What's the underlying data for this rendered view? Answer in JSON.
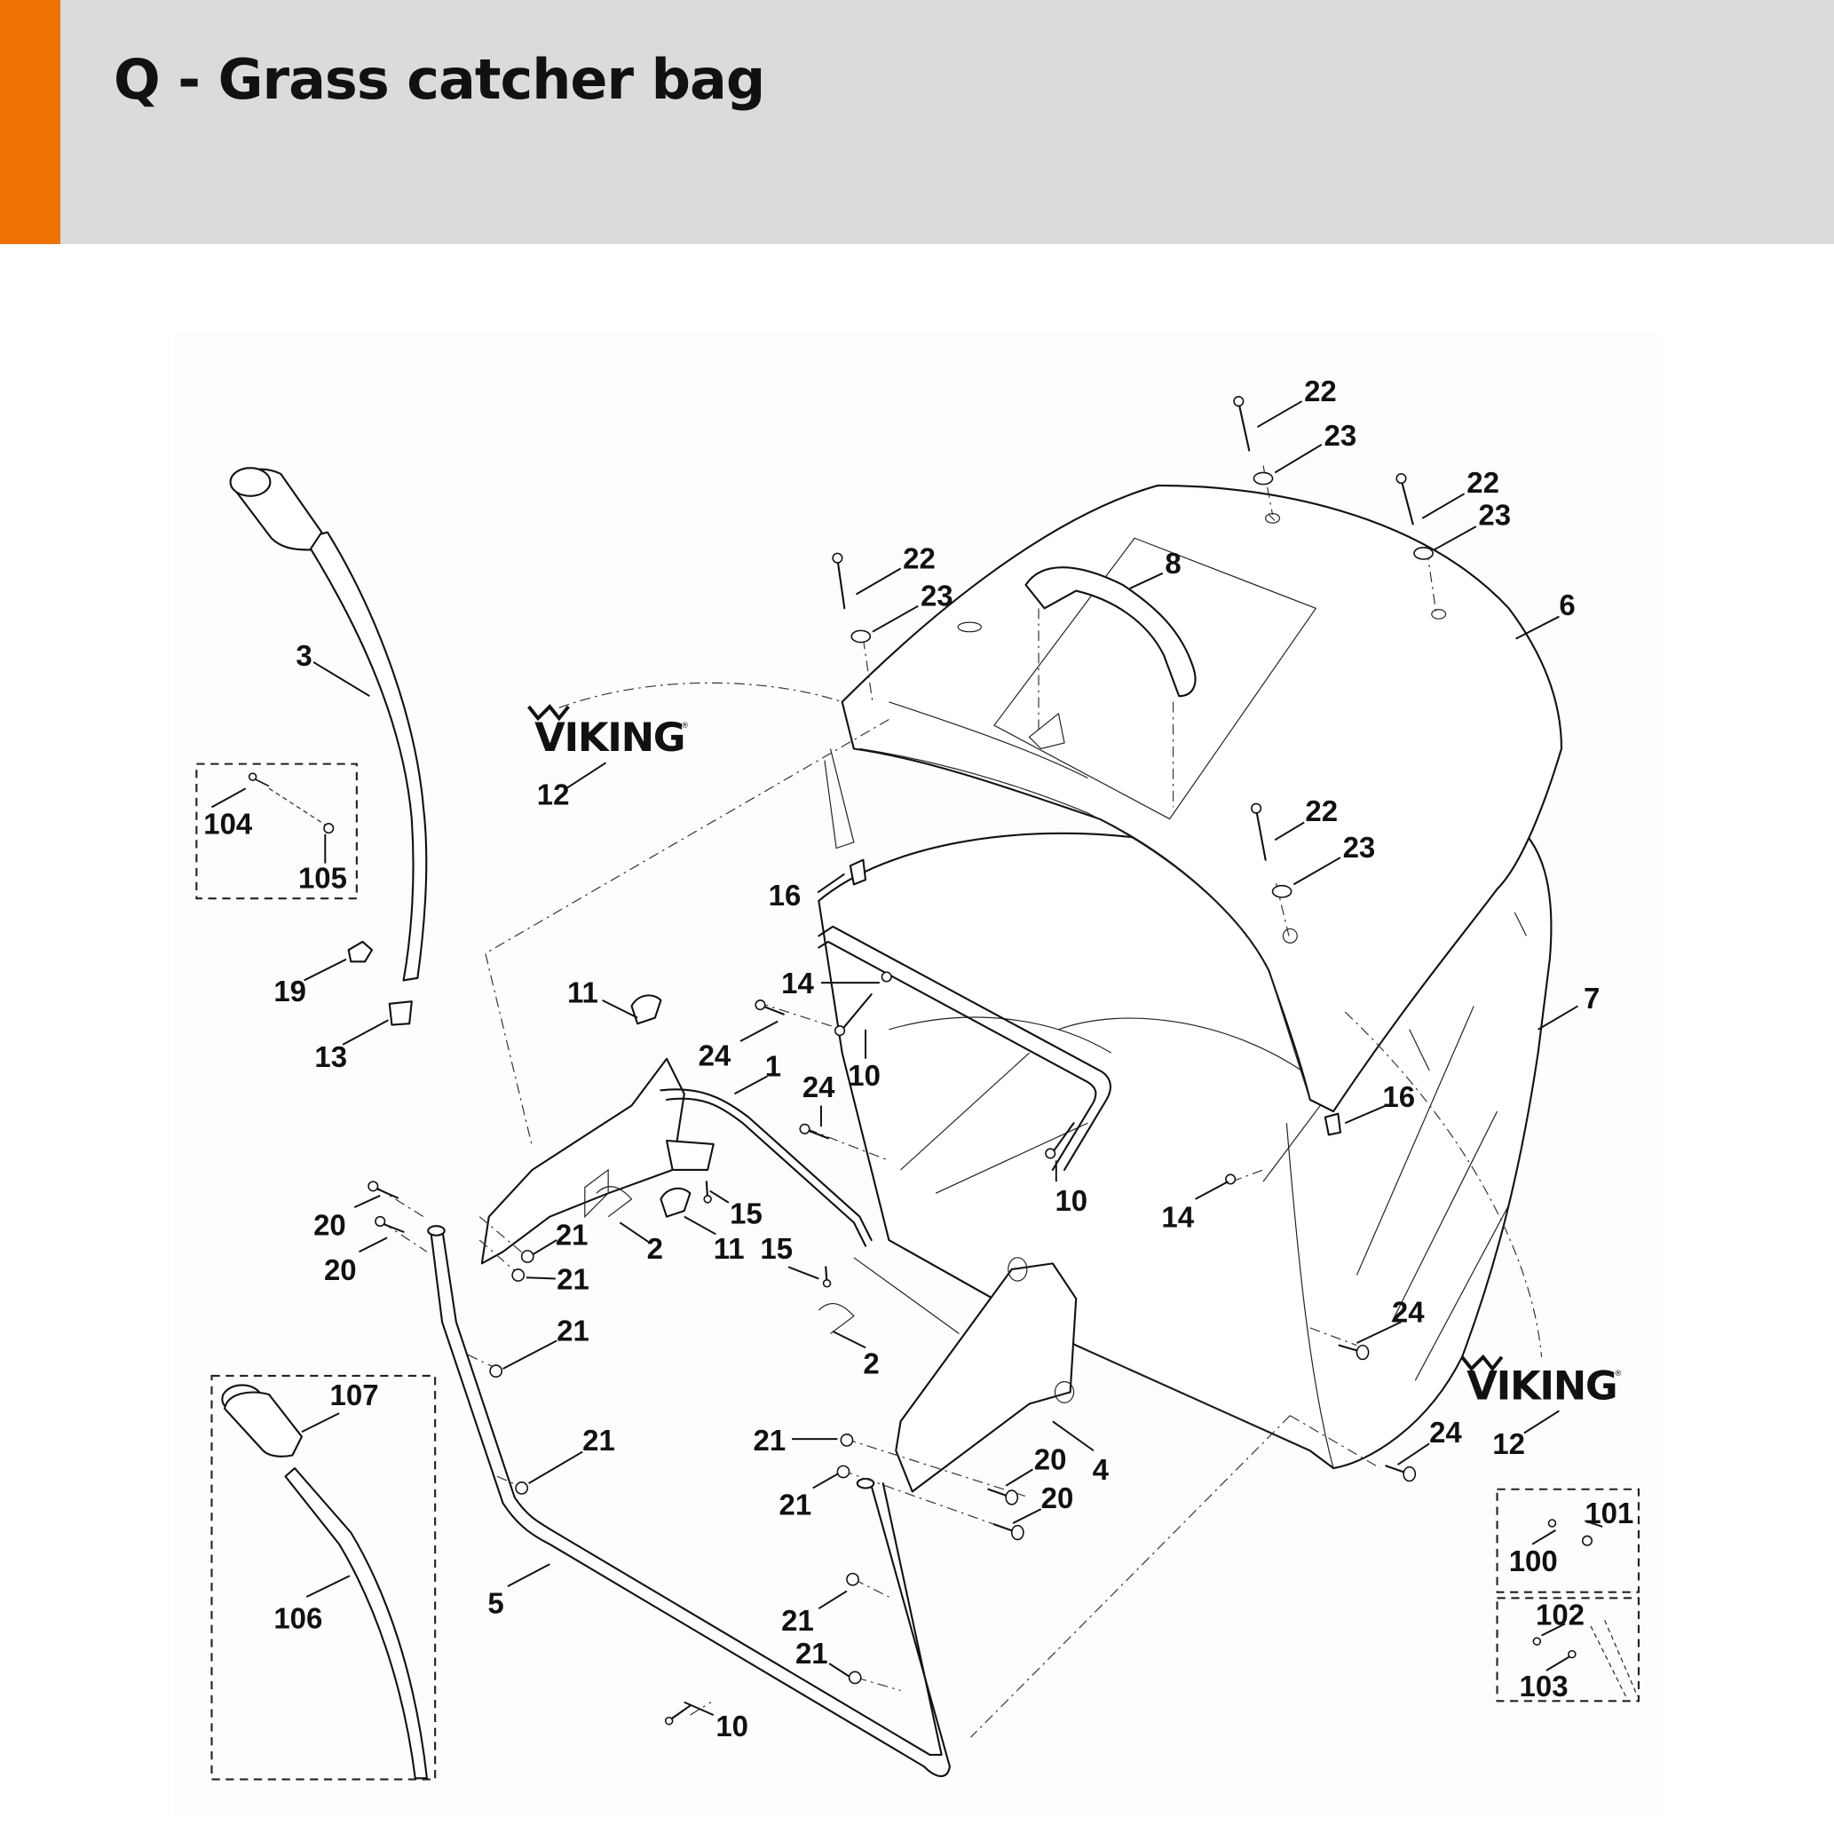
{
  "header": {
    "title": "Q - Grass catcher bag",
    "accent_color": "#ef7205",
    "band_color": "#dadbda"
  },
  "diagram": {
    "brand_logo": "VIKING",
    "brand_logo_mark": "®",
    "callouts": {
      "c1": "1",
      "c2a": "2",
      "c2b": "2",
      "c3": "3",
      "c4": "4",
      "c5": "5",
      "c6": "6",
      "c7": "7",
      "c8": "8",
      "c10a": "10",
      "c10b": "10",
      "c10c": "10",
      "c11a": "11",
      "c11b": "11",
      "c12a": "12",
      "c12b": "12",
      "c13": "13",
      "c14a": "14",
      "c14b": "14",
      "c15a": "15",
      "c15b": "15",
      "c16a": "16",
      "c16b": "16",
      "c19": "19",
      "c20a": "20",
      "c20b": "20",
      "c20c": "20",
      "c20d": "20",
      "c21a": "21",
      "c21b": "21",
      "c21c": "21",
      "c21d": "21",
      "c21e": "21",
      "c21f": "21",
      "c21g": "21",
      "c21h": "21",
      "c22a": "22",
      "c22b": "22",
      "c22c": "22",
      "c22d": "22",
      "c23a": "23",
      "c23b": "23",
      "c23c": "23",
      "c23d": "23",
      "c24a": "24",
      "c24b": "24",
      "c24c": "24",
      "c24d": "24",
      "c100": "100",
      "c101": "101",
      "c102": "102",
      "c103": "103",
      "c104": "104",
      "c105": "105",
      "c106": "106",
      "c107": "107"
    }
  }
}
